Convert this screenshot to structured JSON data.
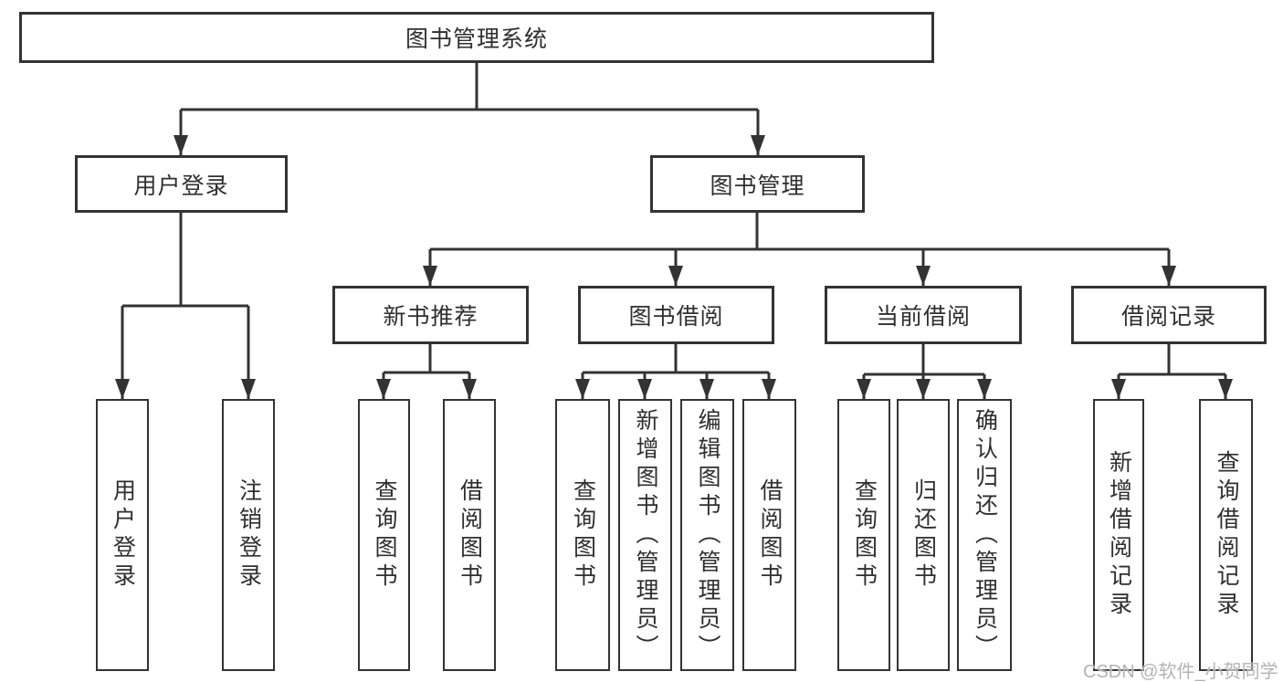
{
  "tree": {
    "root": {
      "label": "图书管理系统"
    },
    "children": [
      {
        "label": "用户登录",
        "children": [
          {
            "label": "用户登录"
          },
          {
            "label": "注销登录"
          }
        ]
      },
      {
        "label": "图书管理",
        "children": [
          {
            "label": "新书推荐",
            "children": [
              {
                "label": "查询图书"
              },
              {
                "label": "借阅图书"
              }
            ]
          },
          {
            "label": "图书借阅",
            "children": [
              {
                "label": "查询图书"
              },
              {
                "label": "新增图书（管理员）"
              },
              {
                "label": "编辑图书（管理员）"
              },
              {
                "label": "借阅图书"
              }
            ]
          },
          {
            "label": "当前借阅",
            "children": [
              {
                "label": "查询图书"
              },
              {
                "label": "归还图书"
              },
              {
                "label": "确认归还（管理员）"
              }
            ]
          },
          {
            "label": "借阅记录",
            "children": [
              {
                "label": "新增借阅记录"
              },
              {
                "label": "查询借阅记录"
              }
            ]
          }
        ]
      }
    ]
  },
  "watermark": {
    "text": "CSDN @软件_小贺同学"
  },
  "colors": {
    "line": "#333333",
    "border": "#333333",
    "fill": "#ffffff",
    "text": "#2f2f2f",
    "wm": "#b3b3b3",
    "bg": "#ffffff"
  }
}
